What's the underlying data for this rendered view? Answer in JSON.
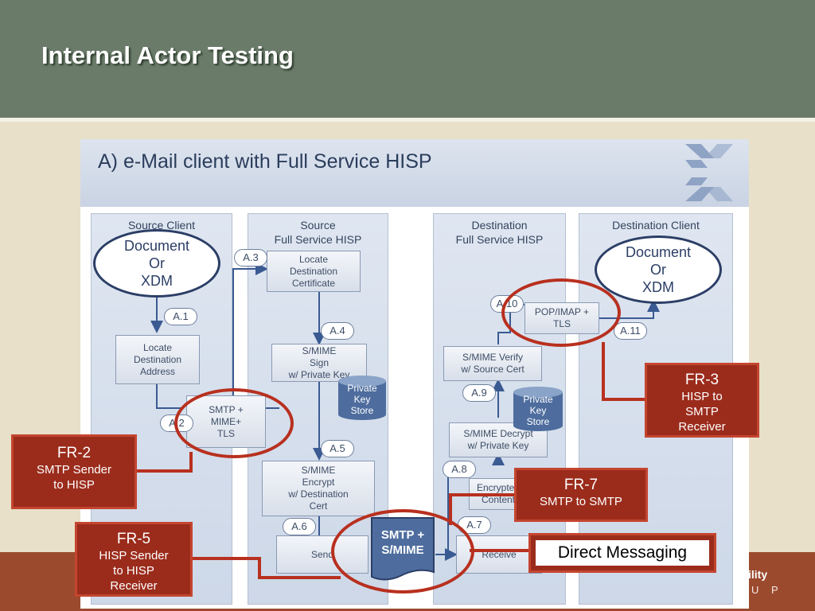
{
  "slide": {
    "title": "Internal Actor Testing",
    "footer_tagline": "ility",
    "footer_group": "U P"
  },
  "diagram": {
    "title": "A)  e-Mail client with Full Service HISP",
    "lanes": {
      "source_client": "Source Client",
      "source_hisp": "Source\nFull Service HISP",
      "dest_hisp": "Destination\nFull Service HISP",
      "dest_client": "Destination Client"
    },
    "nodes": {
      "doc_source": "Document\nOr\nXDM",
      "doc_dest": "Document\nOr\nXDM",
      "locate_address": "Locate\nDestination\nAddress",
      "smtp_mime_tls": "SMTP +\nMIME+\nTLS",
      "locate_cert": "Locate\nDestination\nCertificate",
      "smime_sign": "S/MIME\nSign\nw/ Private Key",
      "private_key_store_src": "Private\nKey\nStore",
      "smime_encrypt": "S/MIME\nEncrypt\nw/ Destination\nCert",
      "send": "Send",
      "smtp_smime": "SMTP +\nS/MIME",
      "pop_imap_tls": "POP/IMAP +\nTLS",
      "smime_verify": "S/MIME Verify\nw/ Source Cert",
      "private_key_store_dst": "Private\nKey\nStore",
      "smime_decrypt": "S/MIME Decrypt\nw/ Private Key",
      "encrypted_content": "Encrypted\nContent",
      "receive": "Receive"
    },
    "steps": [
      "A.1",
      "A.2",
      "A.3",
      "A.4",
      "A.5",
      "A.6",
      "A.7",
      "A.8",
      "A.9",
      "A.10",
      "A.11"
    ]
  },
  "callouts": {
    "fr2": {
      "head": "FR-2",
      "body": "SMTP Sender\nto HISP"
    },
    "fr3": {
      "head": "FR-3",
      "body": "HISP to\nSMTP\nReceiver"
    },
    "fr5": {
      "head": "FR-5",
      "body": "HISP Sender\nto HISP\nReceiver"
    },
    "fr7": {
      "head": "FR-7",
      "body": "SMTP to SMTP"
    },
    "direct": "Direct Messaging"
  },
  "colors": {
    "header_bg": "#6b7b6a",
    "slide_bg": "#e8e0c8",
    "footer_bg": "#9b4a2e",
    "callout_bg": "#9b2c1c",
    "highlight_ring": "#b8301f",
    "diagram_text": "#2b3d5c"
  }
}
